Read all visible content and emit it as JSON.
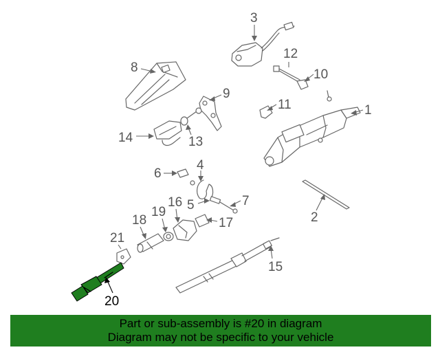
{
  "colors": {
    "highlight": "#1f7e1f",
    "line_art": "#666666",
    "callout_text": "#555555",
    "banner_text": "#000000"
  },
  "callouts": [
    {
      "num": "1"
    },
    {
      "num": "2"
    },
    {
      "num": "3"
    },
    {
      "num": "4"
    },
    {
      "num": "5"
    },
    {
      "num": "6"
    },
    {
      "num": "7"
    },
    {
      "num": "8"
    },
    {
      "num": "9"
    },
    {
      "num": "10"
    },
    {
      "num": "11"
    },
    {
      "num": "12"
    },
    {
      "num": "13"
    },
    {
      "num": "14"
    },
    {
      "num": "15"
    },
    {
      "num": "16"
    },
    {
      "num": "17"
    },
    {
      "num": "18"
    },
    {
      "num": "19"
    },
    {
      "num": "20",
      "highlighted": true
    },
    {
      "num": "21"
    }
  ],
  "banner": {
    "line1": "Part or sub-assembly is #20 in diagram",
    "line2": "Diagram may not be specific to your vehicle"
  }
}
